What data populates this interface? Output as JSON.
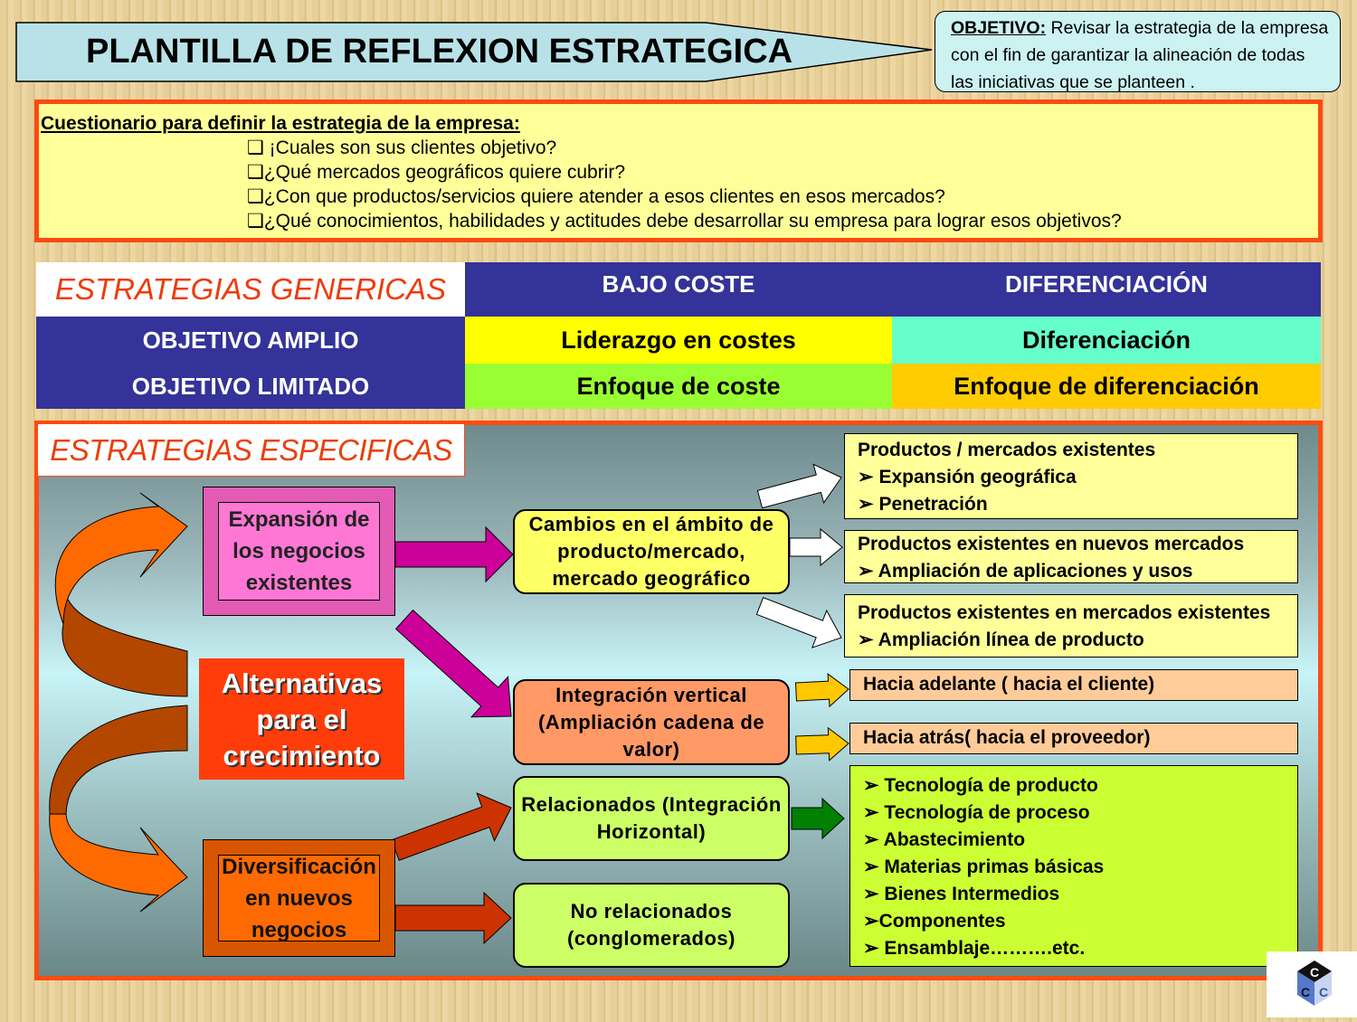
{
  "header": {
    "title": "PLANTILLA DE REFLEXION ESTRATEGICA",
    "objective_label": "OBJETIVO:",
    "objective_text": " Revisar la estrategia de la empresa con el fin de garantizar la alineación de todas las iniciativas que se planteen ."
  },
  "questionnaire": {
    "heading": "Cuestionario para definir la estrategia de la empresa:",
    "items": [
      "¡Cuales son sus clientes objetivo?",
      "¿Qué mercados geográficos quiere cubrir?",
      "¿Con que productos/servicios quiere atender a esos clientes en esos mercados?",
      "¿Qué conocimientos, habilidades y actitudes debe desarrollar su empresa para lograr esos objetivos?"
    ]
  },
  "generic": {
    "title": "ESTRATEGIAS GENERICAS",
    "col1": "BAJO COSTE",
    "col2": "DIFERENCIACIÓN",
    "row1": "OBJETIVO AMPLIO",
    "row2": "OBJETIVO LIMITADO",
    "c11": "Liderazgo en costes",
    "c12": "Diferenciación",
    "c21": "Enfoque de coste",
    "c22": "Enfoque de diferenciación"
  },
  "specific": {
    "title": "ESTRATEGIAS ESPECIFICAS",
    "center": "Alternativas para el crecimiento",
    "expansion": "Expansión de los negocios existentes",
    "diversification": "Diversificación en nuevos negocios",
    "cambios": "Cambios en el  ámbito de producto/mercado, mercado geográfico",
    "integracion": "Integración vertical (Ampliación cadena de valor)",
    "relacionados": "Relacionados (Integración Horizontal)",
    "no_relacionados": "No relacionados (conglomerados)",
    "box1": {
      "title": "Productos / mercados existentes",
      "items": [
        "Expansión geográfica",
        "Penetración"
      ]
    },
    "box2": {
      "title": "Productos existentes en nuevos  mercados",
      "items": [
        "Ampliación de aplicaciones y usos"
      ]
    },
    "box3": {
      "title": "Productos existentes en  mercados existentes",
      "items": [
        "Ampliación línea de producto"
      ]
    },
    "forward": "Hacia adelante ( hacia el cliente)",
    "backward": "Hacia atrás( hacia el proveedor)",
    "horizontal_items": [
      "Tecnología de producto",
      "Tecnología de proceso",
      "Abastecimiento",
      "Materias primas básicas",
      "Bienes Intermedios",
      "Componentes",
      "Ensamblaje……….etc."
    ]
  },
  "logo": {
    "text": "CCC"
  },
  "colors": {
    "frame": "#ff4a12",
    "navy": "#333399",
    "yellow": "#ffff00",
    "aqua": "#66ffcc",
    "lime": "#99ff33",
    "gold": "#ffcc00"
  }
}
